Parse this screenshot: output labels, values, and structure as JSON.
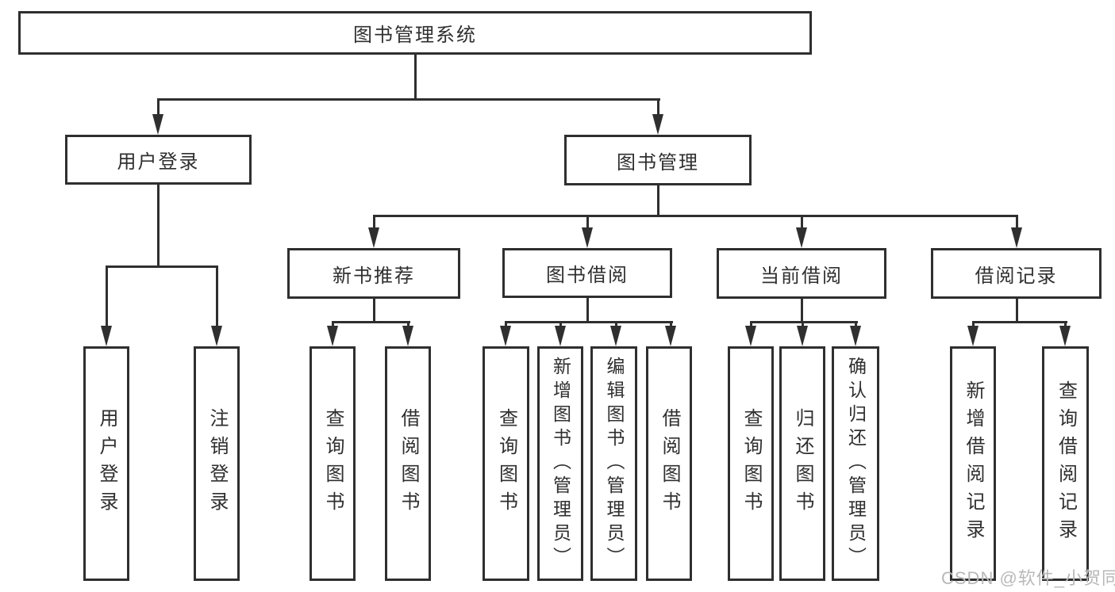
{
  "diagram": {
    "root": {
      "label": "图书管理系统"
    },
    "children": [
      {
        "label": "用户登录",
        "children": [
          {
            "label": "用户登录"
          },
          {
            "label": "注销登录"
          }
        ]
      },
      {
        "label": "图书管理",
        "children": [
          {
            "label": "新书推荐",
            "children": [
              {
                "label": "查询图书"
              },
              {
                "label": "借阅图书"
              }
            ]
          },
          {
            "label": "图书借阅",
            "children": [
              {
                "label": "查询图书"
              },
              {
                "label": "新增图书（管理员）"
              },
              {
                "label": "编辑图书（管理员）"
              },
              {
                "label": "借阅图书"
              }
            ]
          },
          {
            "label": "当前借阅",
            "children": [
              {
                "label": "查询图书"
              },
              {
                "label": "归还图书"
              },
              {
                "label": "确认归还（管理员）"
              }
            ]
          },
          {
            "label": "借阅记录",
            "children": [
              {
                "label": "新增借阅记录"
              },
              {
                "label": "查询借阅记录"
              }
            ]
          }
        ]
      }
    ]
  },
  "watermark": {
    "text": "CSDN @软件_小贺同学",
    "color": "#b8b8b8"
  },
  "colors": {
    "line": "#2f2f2f",
    "text": "#2f2f2f",
    "background": "#ffffff"
  }
}
